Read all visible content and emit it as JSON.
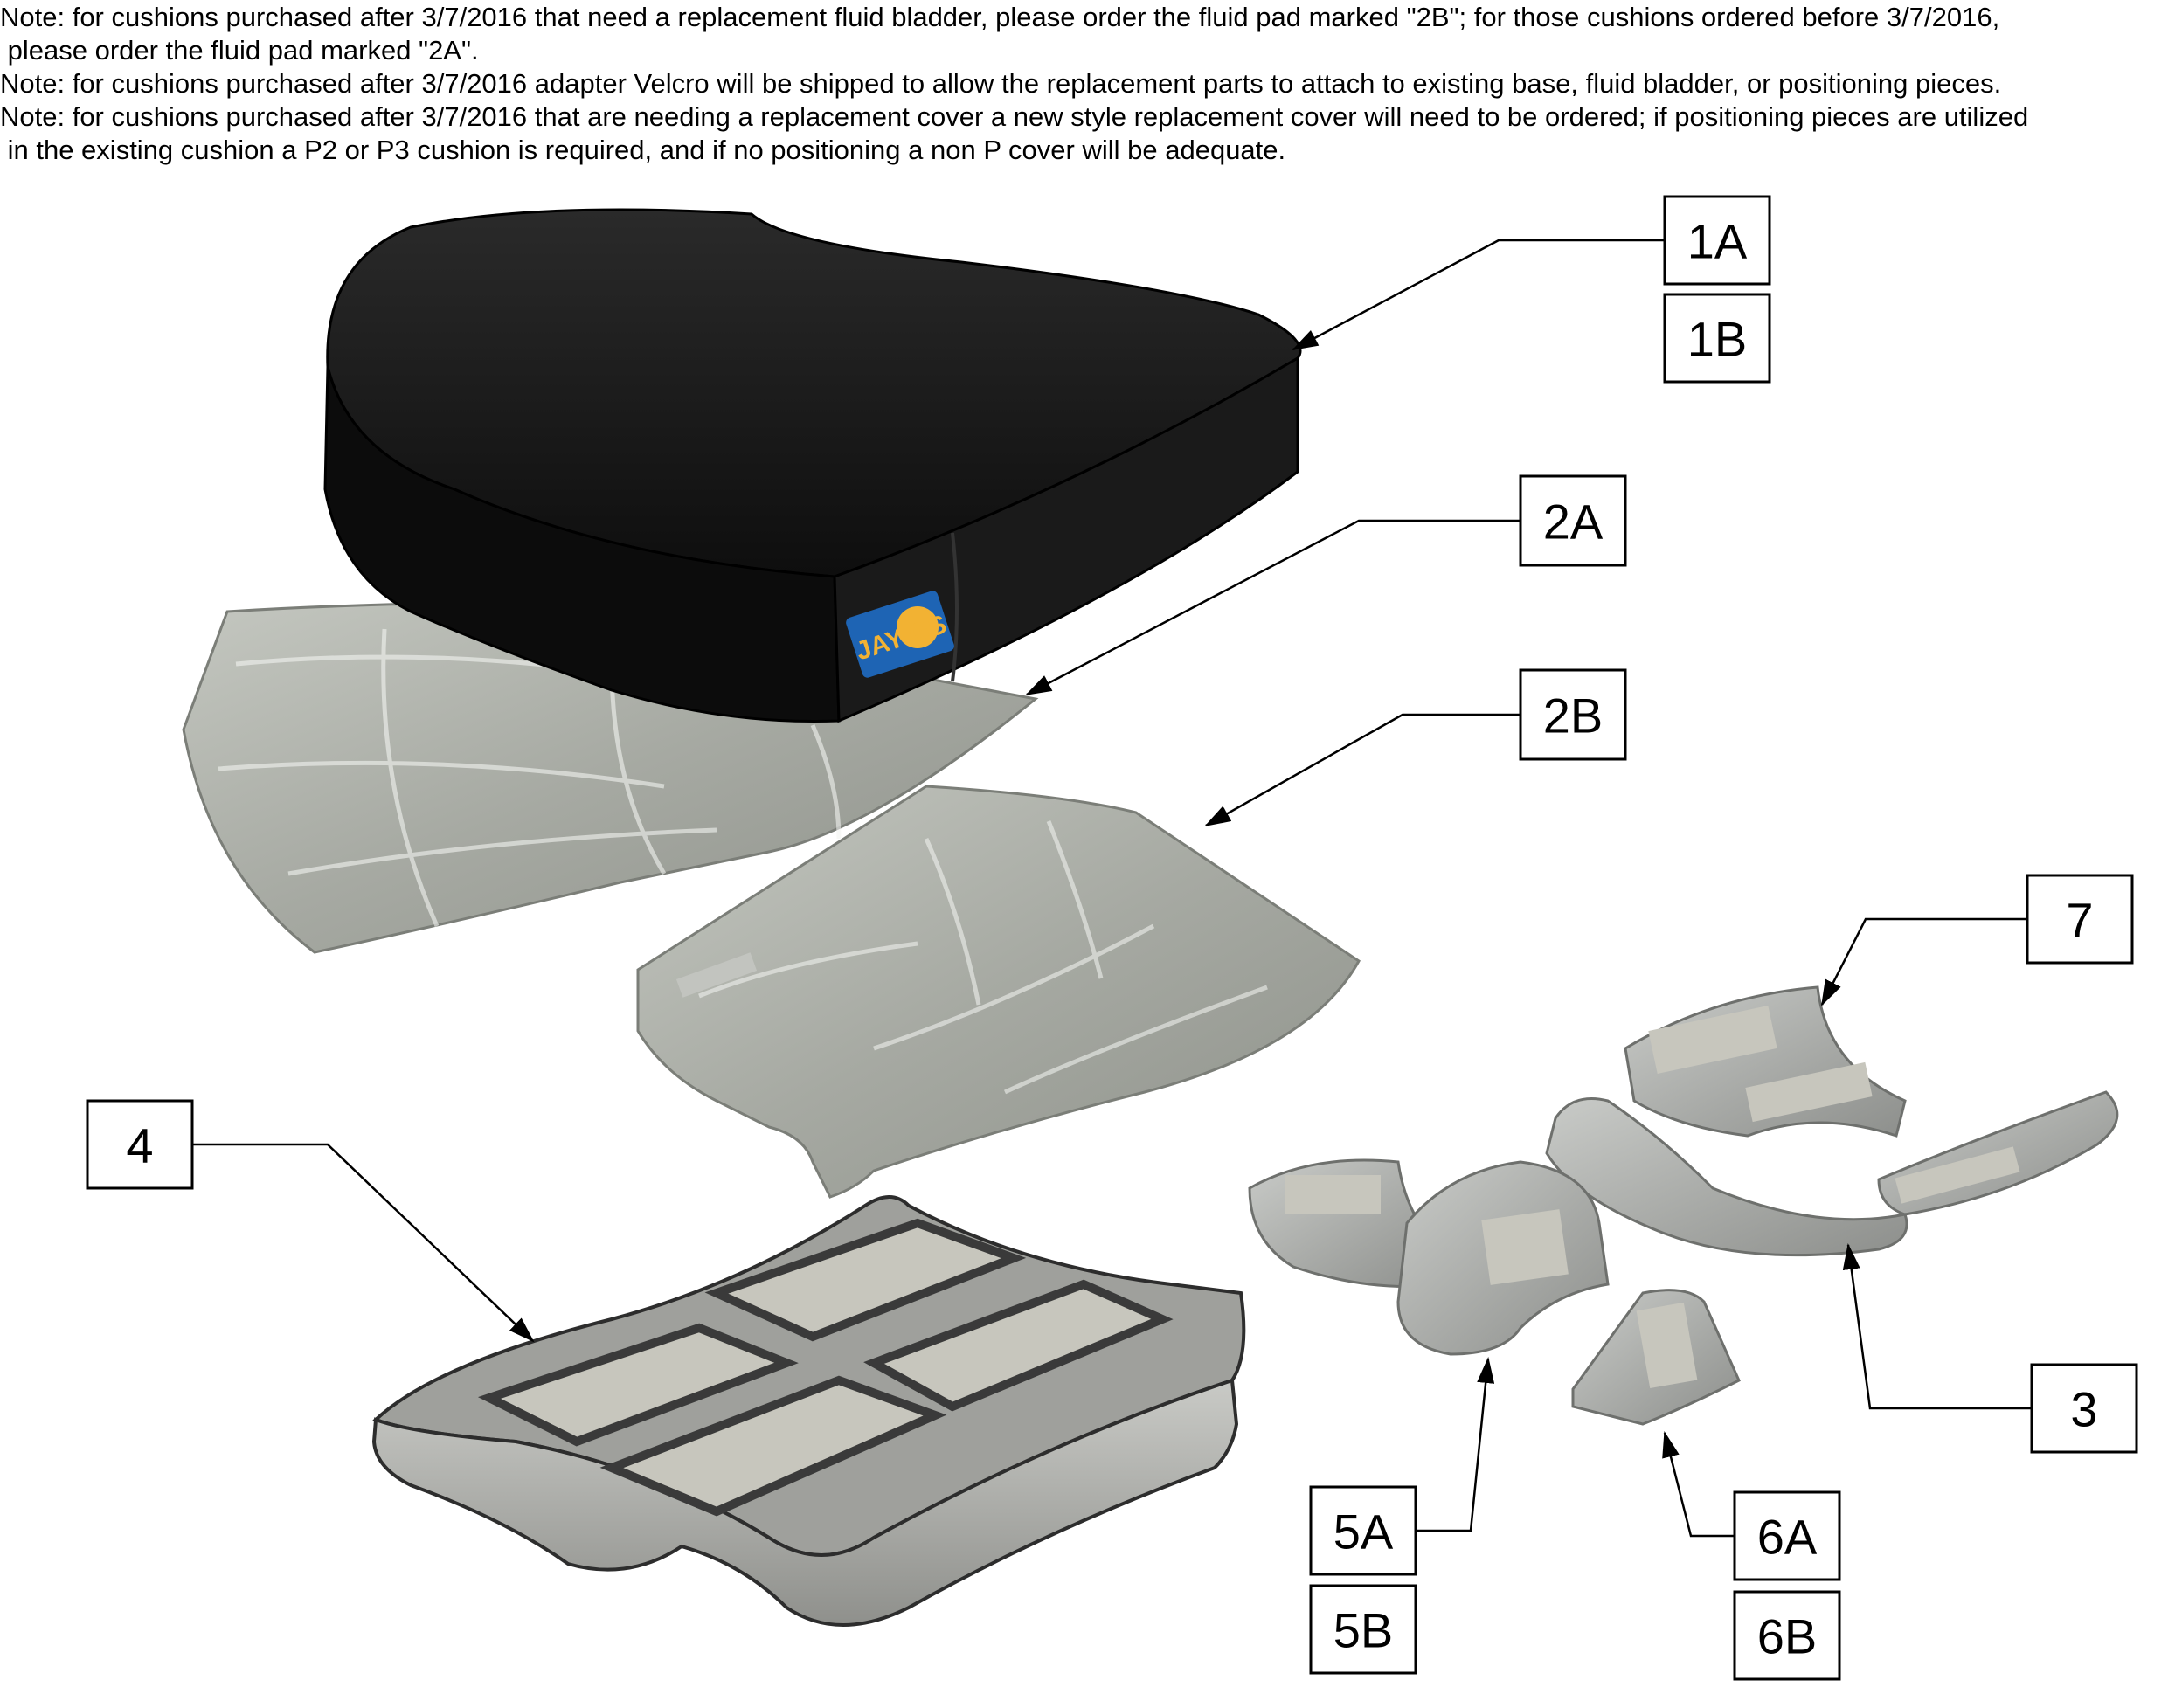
{
  "notes": [
    "Note: for cushions purchased after 3/7/2016 that need a replacement fluid bladder, please order the fluid pad marked \"2B\"; for those cushions ordered before 3/7/2016,",
    " please order the fluid pad marked \"2A\".",
    "Note: for cushions purchased after 3/7/2016 adapter Velcro will be shipped to allow the replacement parts to attach to existing base, fluid bladder, or positioning pieces.",
    "Note: for cushions purchased after 3/7/2016 that are needing a replacement cover a new style replacement cover will need to be ordered; if positioning pieces are utilized",
    " in the existing cushion a P2 or P3 cushion is required, and if no positioning a non P cover will be adequate."
  ],
  "callouts": {
    "c1a": "1A",
    "c1b": "1B",
    "c2a": "2A",
    "c2b": "2B",
    "c3": "3",
    "c4": "4",
    "c5a": "5A",
    "c5b": "5B",
    "c6a": "6A",
    "c6b": "6B",
    "c7": "7"
  },
  "brand_label": "JAY GS",
  "colors": {
    "cover": "#141414",
    "bladder": "#a9aca5",
    "foam": "#b4b5b1",
    "foam_dark": "#3a3a3a",
    "velcro": "#c7c6bd",
    "badge_blue": "#1e64b4",
    "badge_yellow": "#f2b233"
  }
}
